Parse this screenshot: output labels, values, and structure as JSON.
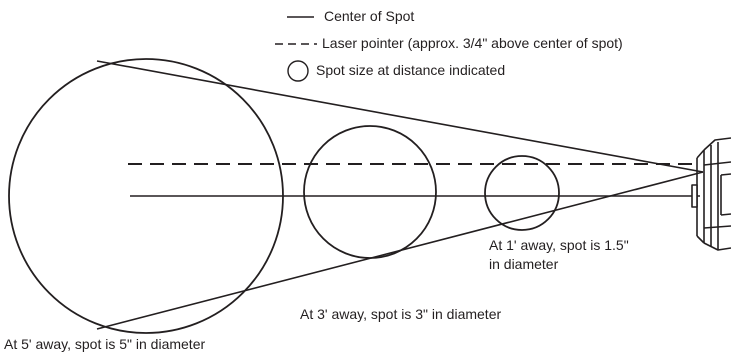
{
  "legend": {
    "center_label": "Center of Spot",
    "laser_label": "Laser pointer (approx. 3/4\" above center of spot)",
    "spot_label": "Spot size at distance indicated"
  },
  "annotations": {
    "one_foot_line1": "At 1' away, spot is 1.5\"",
    "one_foot_line2": "in diameter",
    "three_feet": "At 3' away, spot is 3\" in diameter",
    "five_feet": "At 5' away, spot is 5\" in diameter"
  },
  "spots": [
    {
      "distance_ft": 1,
      "diameter_in": 1.5
    },
    {
      "distance_ft": 3,
      "diameter_in": 3
    },
    {
      "distance_ft": 5,
      "diameter_in": 5
    }
  ],
  "colors": {
    "line": "#231f20",
    "background": "#ffffff"
  },
  "device_icon": "thermometer-device-icon"
}
